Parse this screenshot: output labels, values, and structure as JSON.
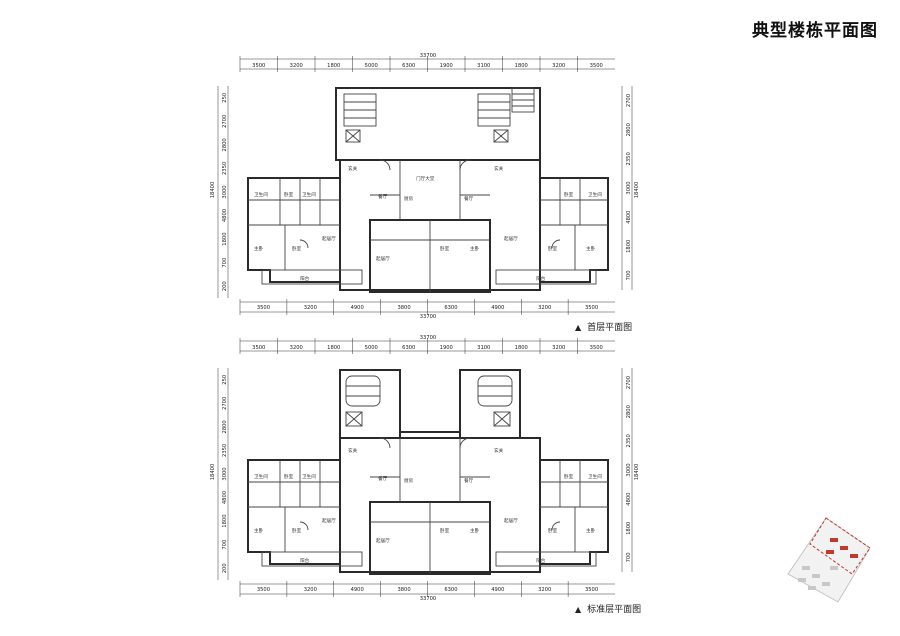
{
  "page_title": "典型楼栋平面图",
  "plans": [
    {
      "caption": "首层平面图",
      "top_dims": [
        "3500",
        "3200",
        "1800",
        "5000",
        "6300",
        "1900",
        "3100",
        "1800",
        "3200",
        "3500"
      ],
      "bottom_dims": [
        "3500",
        "3200",
        "4900",
        "3800",
        "6300",
        "4900",
        "3200",
        "3500"
      ],
      "total": "33700",
      "left_dims": [
        "250",
        "2700",
        "2800",
        "2350",
        "3000",
        "4800",
        "1800",
        "700",
        "200"
      ],
      "total_depth": "18400",
      "right_dims": [
        "2700",
        "2800",
        "2350",
        "3000",
        "4800",
        "1800",
        "700"
      ],
      "room_labels": {
        "foyer": "玄关",
        "bath": "卫生间",
        "bedroom": "卧室",
        "master": "主卧",
        "living": "起居厅",
        "dining": "餐厅",
        "kitchen": "厨房",
        "balcony": "阳台",
        "lobby": "门厅大堂"
      }
    },
    {
      "caption": "标准层平面图",
      "top_dims": [
        "3500",
        "3200",
        "1800",
        "5000",
        "6300",
        "1900",
        "3100",
        "1800",
        "3200",
        "3500"
      ],
      "bottom_dims": [
        "3500",
        "3200",
        "4900",
        "3800",
        "6300",
        "4900",
        "3200",
        "3500"
      ],
      "total": "33700",
      "left_dims": [
        "250",
        "2700",
        "2800",
        "2350",
        "3000",
        "4800",
        "1800",
        "700",
        "200"
      ],
      "total_depth": "18400",
      "right_dims": [
        "2700",
        "2800",
        "2350",
        "3000",
        "4800",
        "1800",
        "700"
      ],
      "room_labels": {
        "foyer": "玄关",
        "bath": "卫生间",
        "bedroom": "卧室",
        "master": "主卧",
        "living": "起居厅",
        "dining": "餐厅",
        "kitchen": "厨房",
        "balcony": "阳台"
      }
    }
  ],
  "colors": {
    "wall": "#2a2a2a",
    "keymap_highlight": "#c0392b"
  }
}
